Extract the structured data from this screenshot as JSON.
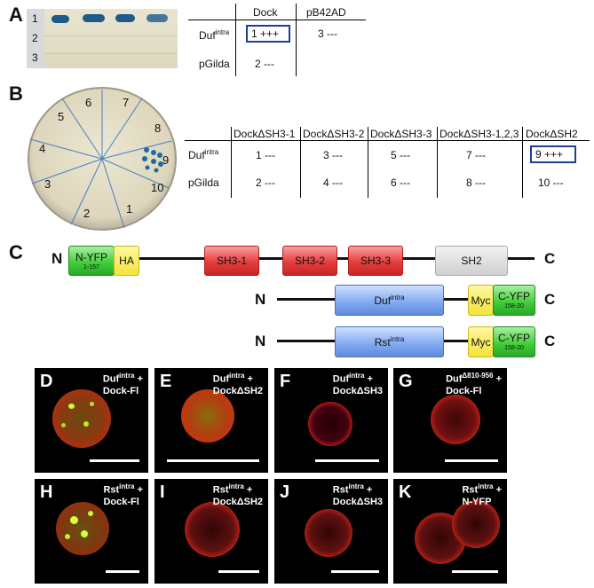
{
  "panels": {
    "a": "A",
    "b": "B",
    "c": "C",
    "d": "D",
    "e": "E",
    "f": "F",
    "g": "G",
    "h": "H",
    "i": "I",
    "j": "J",
    "k": "K"
  },
  "panel_a": {
    "rows": [
      "1",
      "2",
      "3"
    ],
    "col_headers": [
      "Dock",
      "pB42AD"
    ],
    "row_headers": [
      {
        "base": "Duf",
        "sup": "intra"
      },
      {
        "base": "pGilda",
        "sup": ""
      }
    ],
    "cells": [
      [
        "1 +++",
        "3 ---"
      ],
      [
        "2 ---",
        ""
      ]
    ]
  },
  "panel_b": {
    "sectors": [
      "1",
      "2",
      "3",
      "4",
      "5",
      "6",
      "7",
      "8",
      "9",
      "10"
    ],
    "col_headers": [
      "DockΔSH3-1",
      "DockΔSH3-2",
      "DockΔSH3-3",
      "DockΔSH3-1,2,3",
      "DockΔSH2"
    ],
    "row_headers": [
      {
        "base": "Duf",
        "sup": "intra"
      },
      {
        "base": "pGilda",
        "sup": ""
      }
    ],
    "cells": [
      [
        "1 ---",
        "3 ---",
        "5 ---",
        "7 ---",
        "9 +++"
      ],
      [
        "2 ---",
        "4 ---",
        "6 ---",
        "8 ---",
        "10 ---"
      ]
    ]
  },
  "panel_c": {
    "n": "N",
    "c": "C",
    "construct1": {
      "nyfp": "N-YFP",
      "nyfp_range": "1-157",
      "ha": "HA",
      "sh3_1": "SH3-1",
      "sh3_2": "SH3-2",
      "sh3_3": "SH3-3",
      "sh2": "SH2"
    },
    "construct2": {
      "duf_base": "Duf",
      "duf_sup": "intra",
      "myc": "Myc",
      "cyfp": "C-YFP",
      "cyfp_range": "158-20"
    },
    "construct3": {
      "rst_base": "Rst",
      "rst_sup": "intra",
      "myc": "Myc",
      "cyfp": "C-YFP",
      "cyfp_range": "158-20"
    }
  },
  "micrographs": [
    {
      "id": "d",
      "l1_base": "Duf",
      "l1_sup": "intra",
      "l1_tail": " +",
      "l2": "Dock-Fl"
    },
    {
      "id": "e",
      "l1_base": "Duf",
      "l1_sup": "intra",
      "l1_tail": " +",
      "l2": "DockΔSH2"
    },
    {
      "id": "f",
      "l1_base": "Duf",
      "l1_sup": "intra",
      "l1_tail": " +",
      "l2": "DockΔSH3"
    },
    {
      "id": "g",
      "l1_base": "Duf",
      "l1_sup": "Δ810-956",
      "l1_tail": " +",
      "l2": "Dock-Fl"
    },
    {
      "id": "h",
      "l1_base": "Rst",
      "l1_sup": "intra",
      "l1_tail": " +",
      "l2": "Dock-Fl"
    },
    {
      "id": "i",
      "l1_base": "Rst",
      "l1_sup": "intra",
      "l1_tail": " +",
      "l2": "DockΔSH2"
    },
    {
      "id": "j",
      "l1_base": "Rst",
      "l1_sup": "intra",
      "l1_tail": " +",
      "l2": "DockΔSH3"
    },
    {
      "id": "k",
      "l1_base": "Rst",
      "l1_sup": "intra",
      "l1_tail": " +",
      "l2": "N-YFP"
    }
  ],
  "colors": {
    "box": "#1f3f8f",
    "blue_colony": "#1e5a8a",
    "sector_line": "#4a7fc0"
  }
}
